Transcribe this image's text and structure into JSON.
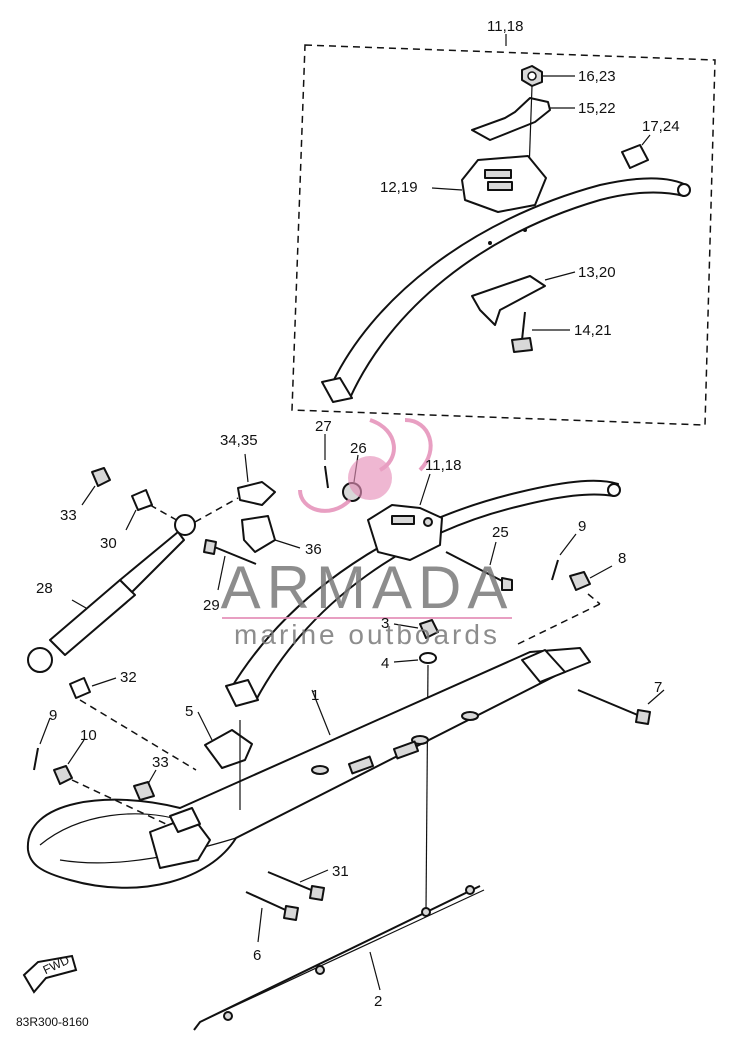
{
  "callouts": {
    "c_11_18_top": "11,18",
    "c_16_23": "16,23",
    "c_15_22": "15,22",
    "c_17_24": "17,24",
    "c_12_19": "12,19",
    "c_13_20": "13,20",
    "c_14_21": "14,21",
    "c_34_35": "34,35",
    "c_27": "27",
    "c_26": "26",
    "c_11_18_mid": "11,18",
    "c_33a": "33",
    "c_30": "30",
    "c_28": "28",
    "c_29": "29",
    "c_36": "36",
    "c_25": "25",
    "c_9a": "9",
    "c_8": "8",
    "c_3": "3",
    "c_4": "4",
    "c_7": "7",
    "c_32": "32",
    "c_5": "5",
    "c_1": "1",
    "c_9b": "9",
    "c_10": "10",
    "c_33b": "33",
    "c_31": "31",
    "c_6": "6",
    "c_2": "2"
  },
  "fwd_label": "FWD",
  "diagram_code": "83R300-8160",
  "watermark": {
    "brand": "ARMADA",
    "tagline": "marine outboards",
    "brand_color": "#7a7a7a",
    "accent_color": "#e58fb8"
  }
}
